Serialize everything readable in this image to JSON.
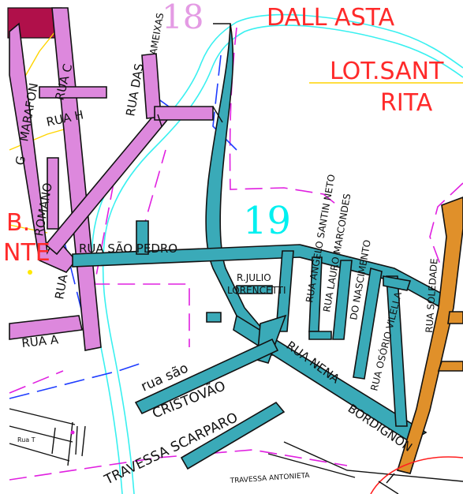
{
  "labels": {
    "dall_asta": "DALL  ASTA",
    "lot_santa": "LOT.SANT",
    "rita": "RITA",
    "block_18": "18",
    "block_19": "19",
    "left_b": "B.",
    "left_nte": "NTE",
    "rua_das": "RUA  DAS",
    "ameixas": "AMEIXAS",
    "rua_c": "RUA  C",
    "rua_h": "RUA  H",
    "marafon": "MARAFON",
    "g": "G",
    "romano": "ROMANO",
    "rua": "RUA",
    "rua_a": "RUA  A",
    "rua_sao_pedro": "RUA  SÃO   PEDRO",
    "r_julio": "R.JULIO",
    "lorencetti": "LORENCETTI",
    "angelo": "RUA  ANGELO  SANTIN  NETO",
    "lauro": "RUA  LAURO  MARCONDES",
    "do_nascimento": "DO  NASCIMENTO",
    "osorio": "RUA OSÓRIO  VILELLA",
    "soledade": "RUA   SOLEDADE",
    "rua_nena": "RUA  NENA",
    "bordignon": "BORDIGNON",
    "rua_sao": "rua  são",
    "cristovao": "CRISTOVÃO",
    "travessa_scarparo": "TRAVESSA  SCARPARO",
    "travessa_antonieta": "TRAVESSA  ANTONIETA",
    "rua_t": "Rua  T"
  },
  "colors": {
    "street_purple": "#dd88dd",
    "street_teal": "#3aaab8",
    "street_orange": "#e0902a",
    "river_cyan": "#39f0f0",
    "boundary_magenta": "#e020e0",
    "boundary_blue": "#1e3cff",
    "label_red": "#ff2a2a",
    "label_cyan": "#00f0f0",
    "block_pink": "#e49be4",
    "dark_red_block": "#b0104a"
  }
}
